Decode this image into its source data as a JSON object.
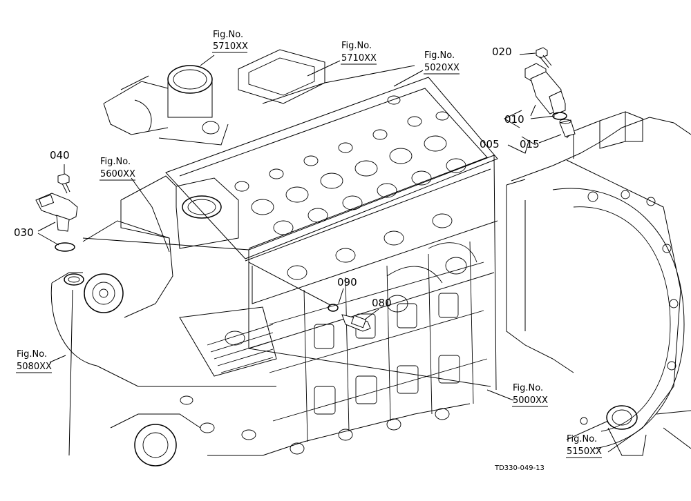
{
  "drawing_code": "TD330-049-13",
  "figure_refs": [
    {
      "prefix": "Fig.No.",
      "number": "5710XX"
    },
    {
      "prefix": "Fig.No.",
      "number": "5710XX"
    },
    {
      "prefix": "Fig.No.",
      "number": "5020XX"
    },
    {
      "prefix": "Fig.No.",
      "number": "5600XX"
    },
    {
      "prefix": "Fig.No.",
      "number": "5080XX"
    },
    {
      "prefix": "Fig.No.",
      "number": "5000XX"
    },
    {
      "prefix": "Fig.No.",
      "number": "5150XX"
    }
  ],
  "part_labels": [
    "020",
    "010",
    "015",
    "005",
    "040",
    "030",
    "090",
    "080"
  ]
}
